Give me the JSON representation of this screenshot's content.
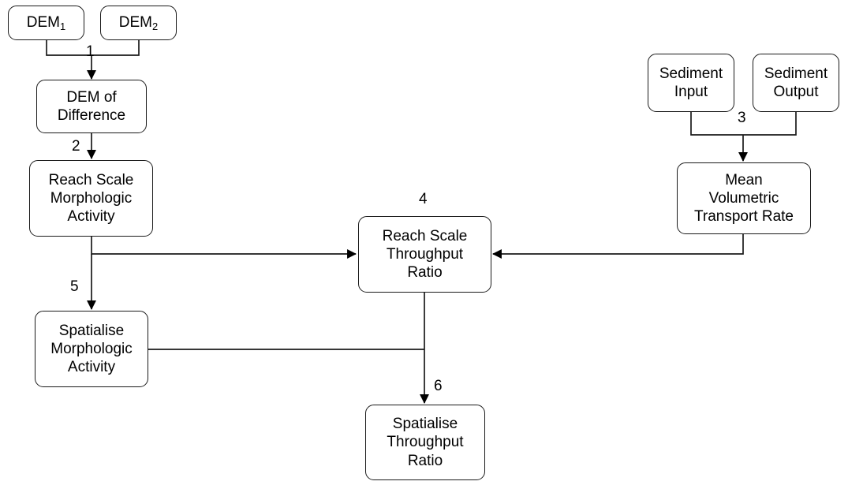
{
  "diagram": {
    "title": "Sediment budget / morphologic activity workflow flowchart",
    "background_color": "#ffffff",
    "line_color": "#1a1a1a",
    "text_color": "#000000",
    "nodes": [
      {
        "id": "dem1",
        "text": "DEM",
        "subscript": "1"
      },
      {
        "id": "dem2",
        "text": "DEM",
        "subscript": "2"
      },
      {
        "id": "dod",
        "text": "DEM of\nDifference",
        "subscript": ""
      },
      {
        "id": "rsma",
        "text": "Reach Scale\nMorphologic\nActivity",
        "subscript": ""
      },
      {
        "id": "sma",
        "text": "Spatialise\nMorphologic\nActivity",
        "subscript": ""
      },
      {
        "id": "rstr",
        "text": "Reach Scale\nThroughput\nRatio",
        "subscript": ""
      },
      {
        "id": "str",
        "text": "Spatialise\nThroughput\nRatio",
        "subscript": ""
      },
      {
        "id": "sedin",
        "text": "Sediment\nInput",
        "subscript": ""
      },
      {
        "id": "sedout",
        "text": "Sediment\nOutput",
        "subscript": ""
      },
      {
        "id": "mvtr",
        "text": "Mean\nVolumetric\nTransport Rate",
        "subscript": ""
      }
    ],
    "edge_labels": [
      {
        "id": "step1",
        "text": "1"
      },
      {
        "id": "step2",
        "text": "2"
      },
      {
        "id": "step3",
        "text": "3"
      },
      {
        "id": "step4",
        "text": "4"
      },
      {
        "id": "step5",
        "text": "5"
      },
      {
        "id": "step6",
        "text": "6"
      }
    ]
  }
}
